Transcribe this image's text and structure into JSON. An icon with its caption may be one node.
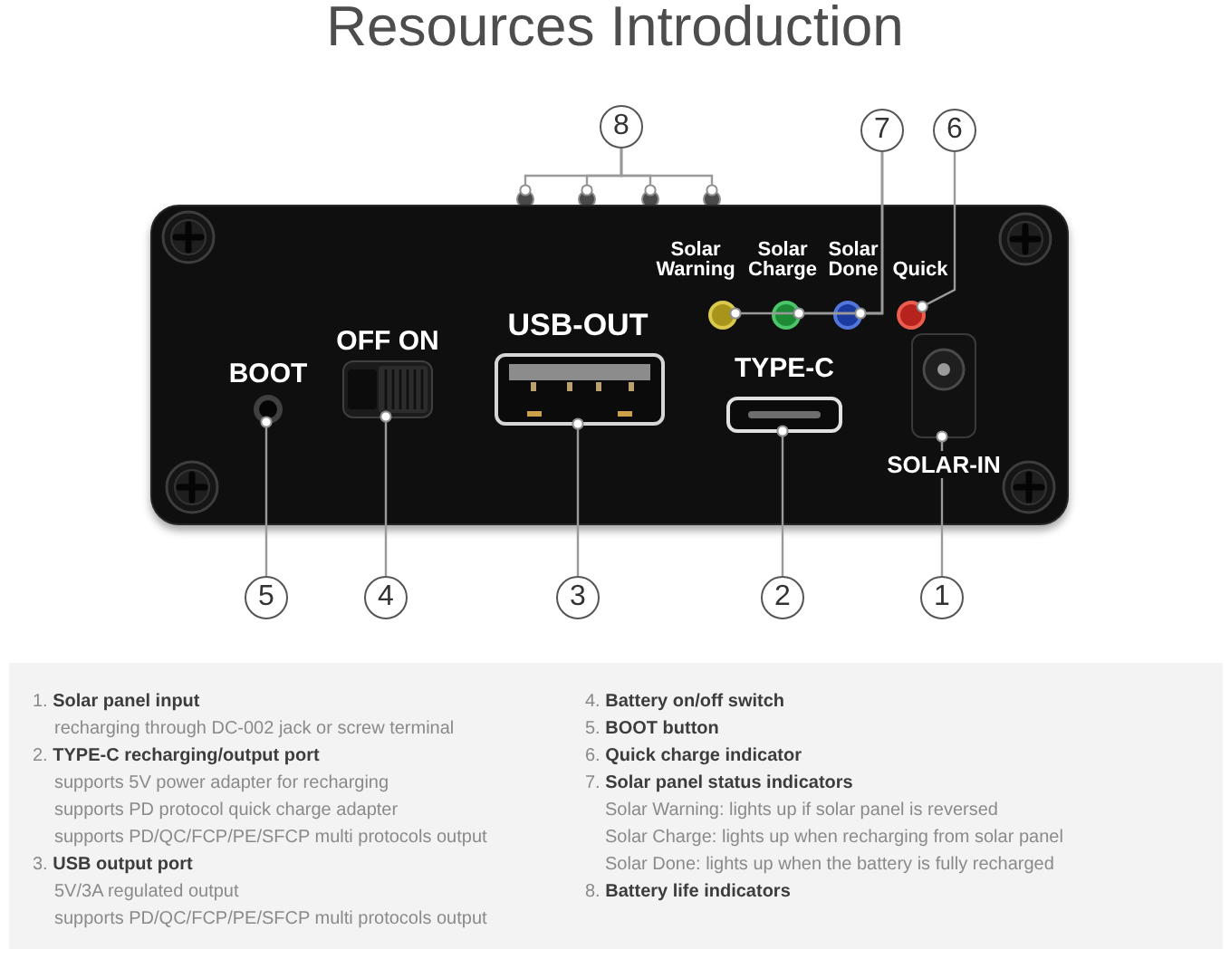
{
  "diagram": {
    "title": "Resources Introduction",
    "nodes": [
      {
        "text": [
          "8"
        ]
      },
      {
        "text": [
          "7"
        ]
      },
      {
        "text": [
          "6"
        ]
      },
      {
        "text": [],
        "shape": "circle"
      },
      {
        "text": [],
        "shape": "circle"
      },
      {
        "text": [],
        "shape": "circle"
      },
      {
        "text": [],
        "shape": "circle"
      },
      {
        "text": [
          "Solar Warning",
          "Solar Charge",
          "Solar Done",
          "Quick",
          "USB-OUT",
          "OFF ON",
          "BOOT",
          "TYPE-C",
          "SOLAR-IN"
        ]
      },
      {
        "text": [],
        "shape": "circle",
        "in": 7
      },
      {
        "text": [],
        "shape": "circle",
        "in": 7
      },
      {
        "text": [],
        "shape": "circle",
        "in": 7
      },
      {
        "text": [],
        "shape": "circle",
        "in": 7
      },
      {
        "text": [],
        "shape": "circle",
        "in": 7
      },
      {
        "text": [],
        "shape": "box",
        "in": 7
      },
      {
        "text": [],
        "shape": "box",
        "in": 7
      },
      {
        "text": [],
        "shape": "box",
        "in": 7
      },
      {
        "text": [],
        "shape": "box",
        "in": 7
      },
      {
        "text": [
          "5"
        ]
      },
      {
        "text": [
          "4"
        ]
      },
      {
        "text": [
          "3"
        ]
      },
      {
        "text": [
          "2"
        ]
      },
      {
        "text": [
          "1"
        ]
      }
    ],
    "edges": [
      {
        "from": 0,
        "to": 3,
        "arrow": "other"
      },
      {
        "from": 0,
        "to": 4,
        "arrow": "other"
      },
      {
        "from": 0,
        "to": 5,
        "arrow": "other"
      },
      {
        "from": 0,
        "to": 6,
        "arrow": "other"
      },
      {
        "from": 1,
        "to": 8,
        "arrow": "other"
      },
      {
        "from": 1,
        "to": 9,
        "arrow": "other"
      },
      {
        "from": 1,
        "to": 10,
        "arrow": "other"
      },
      {
        "from": 2,
        "to": 11,
        "arrow": "other"
      },
      {
        "from": 17,
        "to": 12,
        "arrow": "other"
      },
      {
        "from": 18,
        "to": 13,
        "arrow": "other"
      },
      {
        "from": 19,
        "to": 14,
        "arrow": "other"
      },
      {
        "from": 20,
        "to": 15,
        "arrow": "other"
      },
      {
        "from": 21,
        "to": 16,
        "arrow": "other"
      }
    ],
    "labels": [
      "1. **Solar panel input**",
      "recharging through DC-002 jack or screw terminal",
      "2. **TYPE-C recharging/output port**",
      "supports 5V power adapter for recharging",
      "supports PD protocol quick charge adapter",
      "supports PD/QC/FCP/PE/SFCP multi protocols output",
      "3. **USB output port**",
      "5V/3A regulated output",
      "supports PD/QC/FCP/PE/SFCP multi protocols output",
      "4. **Battery on/off switch**",
      "5. **BOOT button**",
      "6. **Quick charge indicator**",
      "7. **Solar panel status indicators**",
      "Solar Warning: lights up if solar panel is reversed",
      "Solar Charge: lights up when recharging from solar panel",
      "Solar Done: lights up when the battery is fully recharged",
      "8. **Battery life indicators**"
    ]
  }
}
